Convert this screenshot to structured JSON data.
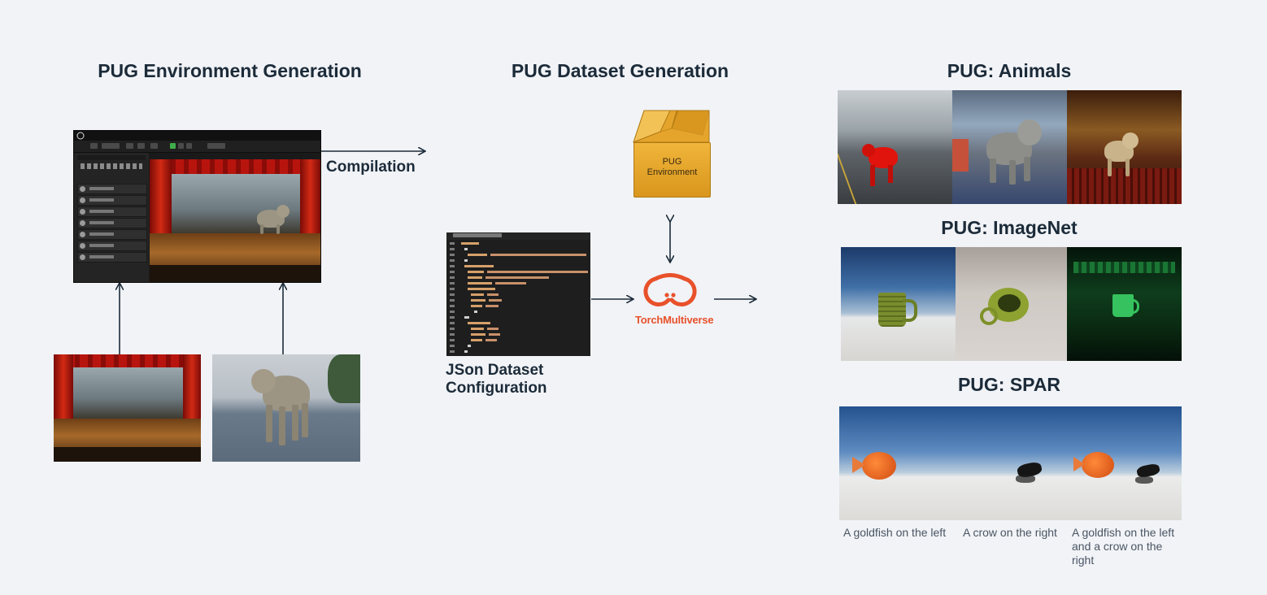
{
  "headings": {
    "environment": "PUG Environment Generation",
    "dataset": "PUG Dataset Generation",
    "animals": "PUG: Animals",
    "imagenet": "PUG: ImageNet",
    "spar": "PUG: SPAR"
  },
  "labels": {
    "compilation": "Compilation",
    "json_line1": "JSon Dataset",
    "json_line2": "Configuration",
    "box_line1": "PUG",
    "box_line2": "Environment",
    "brand": "TorchMultiverse"
  },
  "spar_captions": [
    "A goldfish on the left",
    "A crow on the right",
    "A goldfish on the left and a crow on the right"
  ],
  "colors": {
    "background": "#f1f3f7",
    "text": "#1c2b39",
    "arrow": "#1c2b39",
    "box": "#e9a52c",
    "brand": "#e8512a"
  },
  "icons": [
    "torchmultiverse-logo-icon",
    "cardboard-box-icon",
    "unreal-editor-screenshot"
  ]
}
